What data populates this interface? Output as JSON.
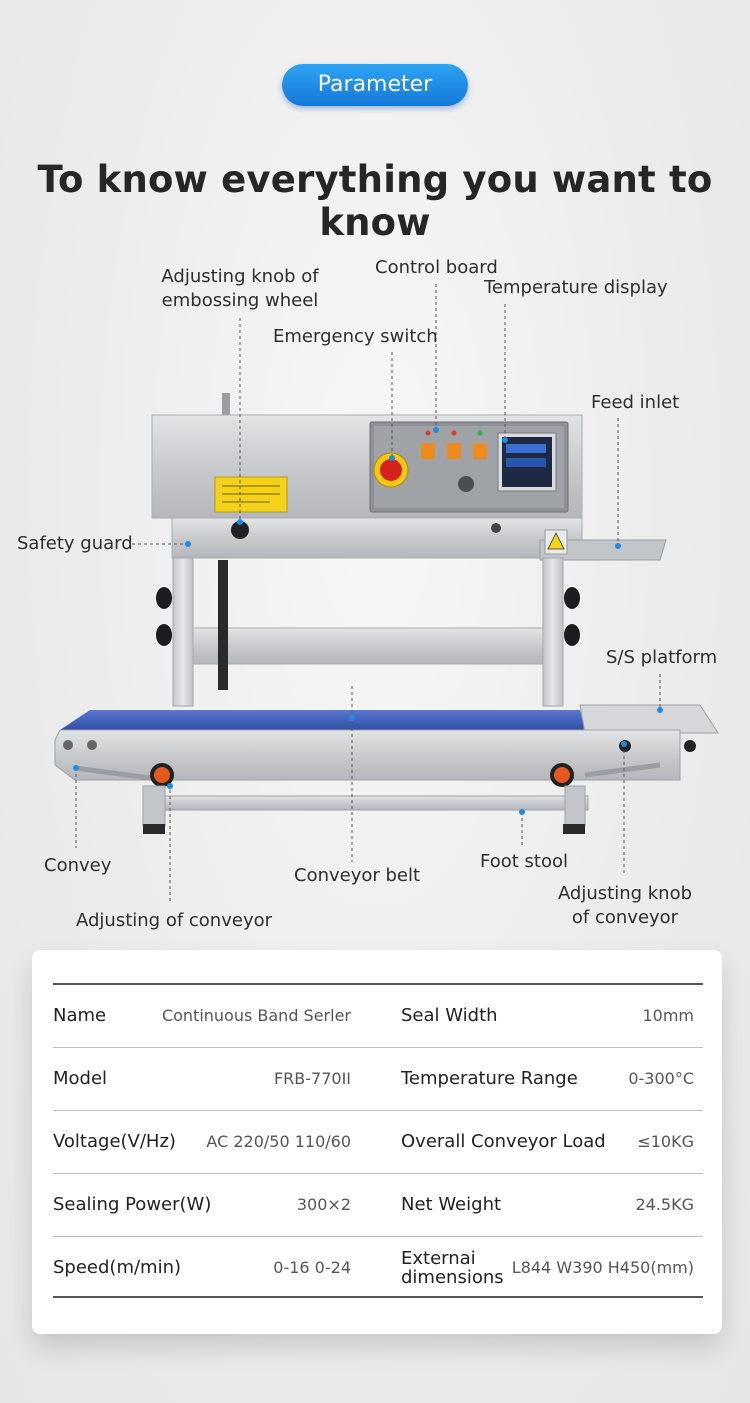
{
  "badge": "Parameter",
  "headline": "To know everything you want to know",
  "callouts": {
    "adjust_knob_embossing": [
      "Adjusting knob of",
      "embossing wheel"
    ],
    "control_board": "Control board",
    "temperature_display": "Temperature display",
    "emergency_switch": "Emergency switch",
    "feed_inlet": "Feed inlet",
    "safety_guard": "Safety guard",
    "ss_platform": "S/S platform",
    "convey": "Convey",
    "conveyor_belt": "Conveyor belt",
    "foot_stool": "Foot stool",
    "adjust_knob_conveyor": [
      "Adjusting knob",
      "of conveyor"
    ],
    "adjusting_conveyor": "Adjusting of conveyor"
  },
  "machine": {
    "warning_label": "⚠"
  },
  "specs": [
    {
      "k1": "Name",
      "v1": "Continuous Band Serler",
      "k2": "Seal Width",
      "v2": "10mm"
    },
    {
      "k1": "Model",
      "v1": "FRB-770II",
      "k2": "Temperature Range",
      "v2": "0-300°C"
    },
    {
      "k1": "Voltage(V/Hz)",
      "v1": "AC 220/50 110/60",
      "k2": "Overall Conveyor Load",
      "v2": "≤10KG"
    },
    {
      "k1": "Sealing Power(W)",
      "v1": "300×2",
      "k2": "Net Weight",
      "v2": "24.5KG"
    },
    {
      "k1": "Speed(m/min)",
      "v1": "0-16 0-24",
      "k2a": "Externai",
      "k2b": "dimensions",
      "v2": "L844  W390  H450(mm)"
    }
  ],
  "colors": {
    "accent": "#1e8ae6",
    "belt": "#3f5fbf",
    "steel": "#cfd1d4"
  }
}
